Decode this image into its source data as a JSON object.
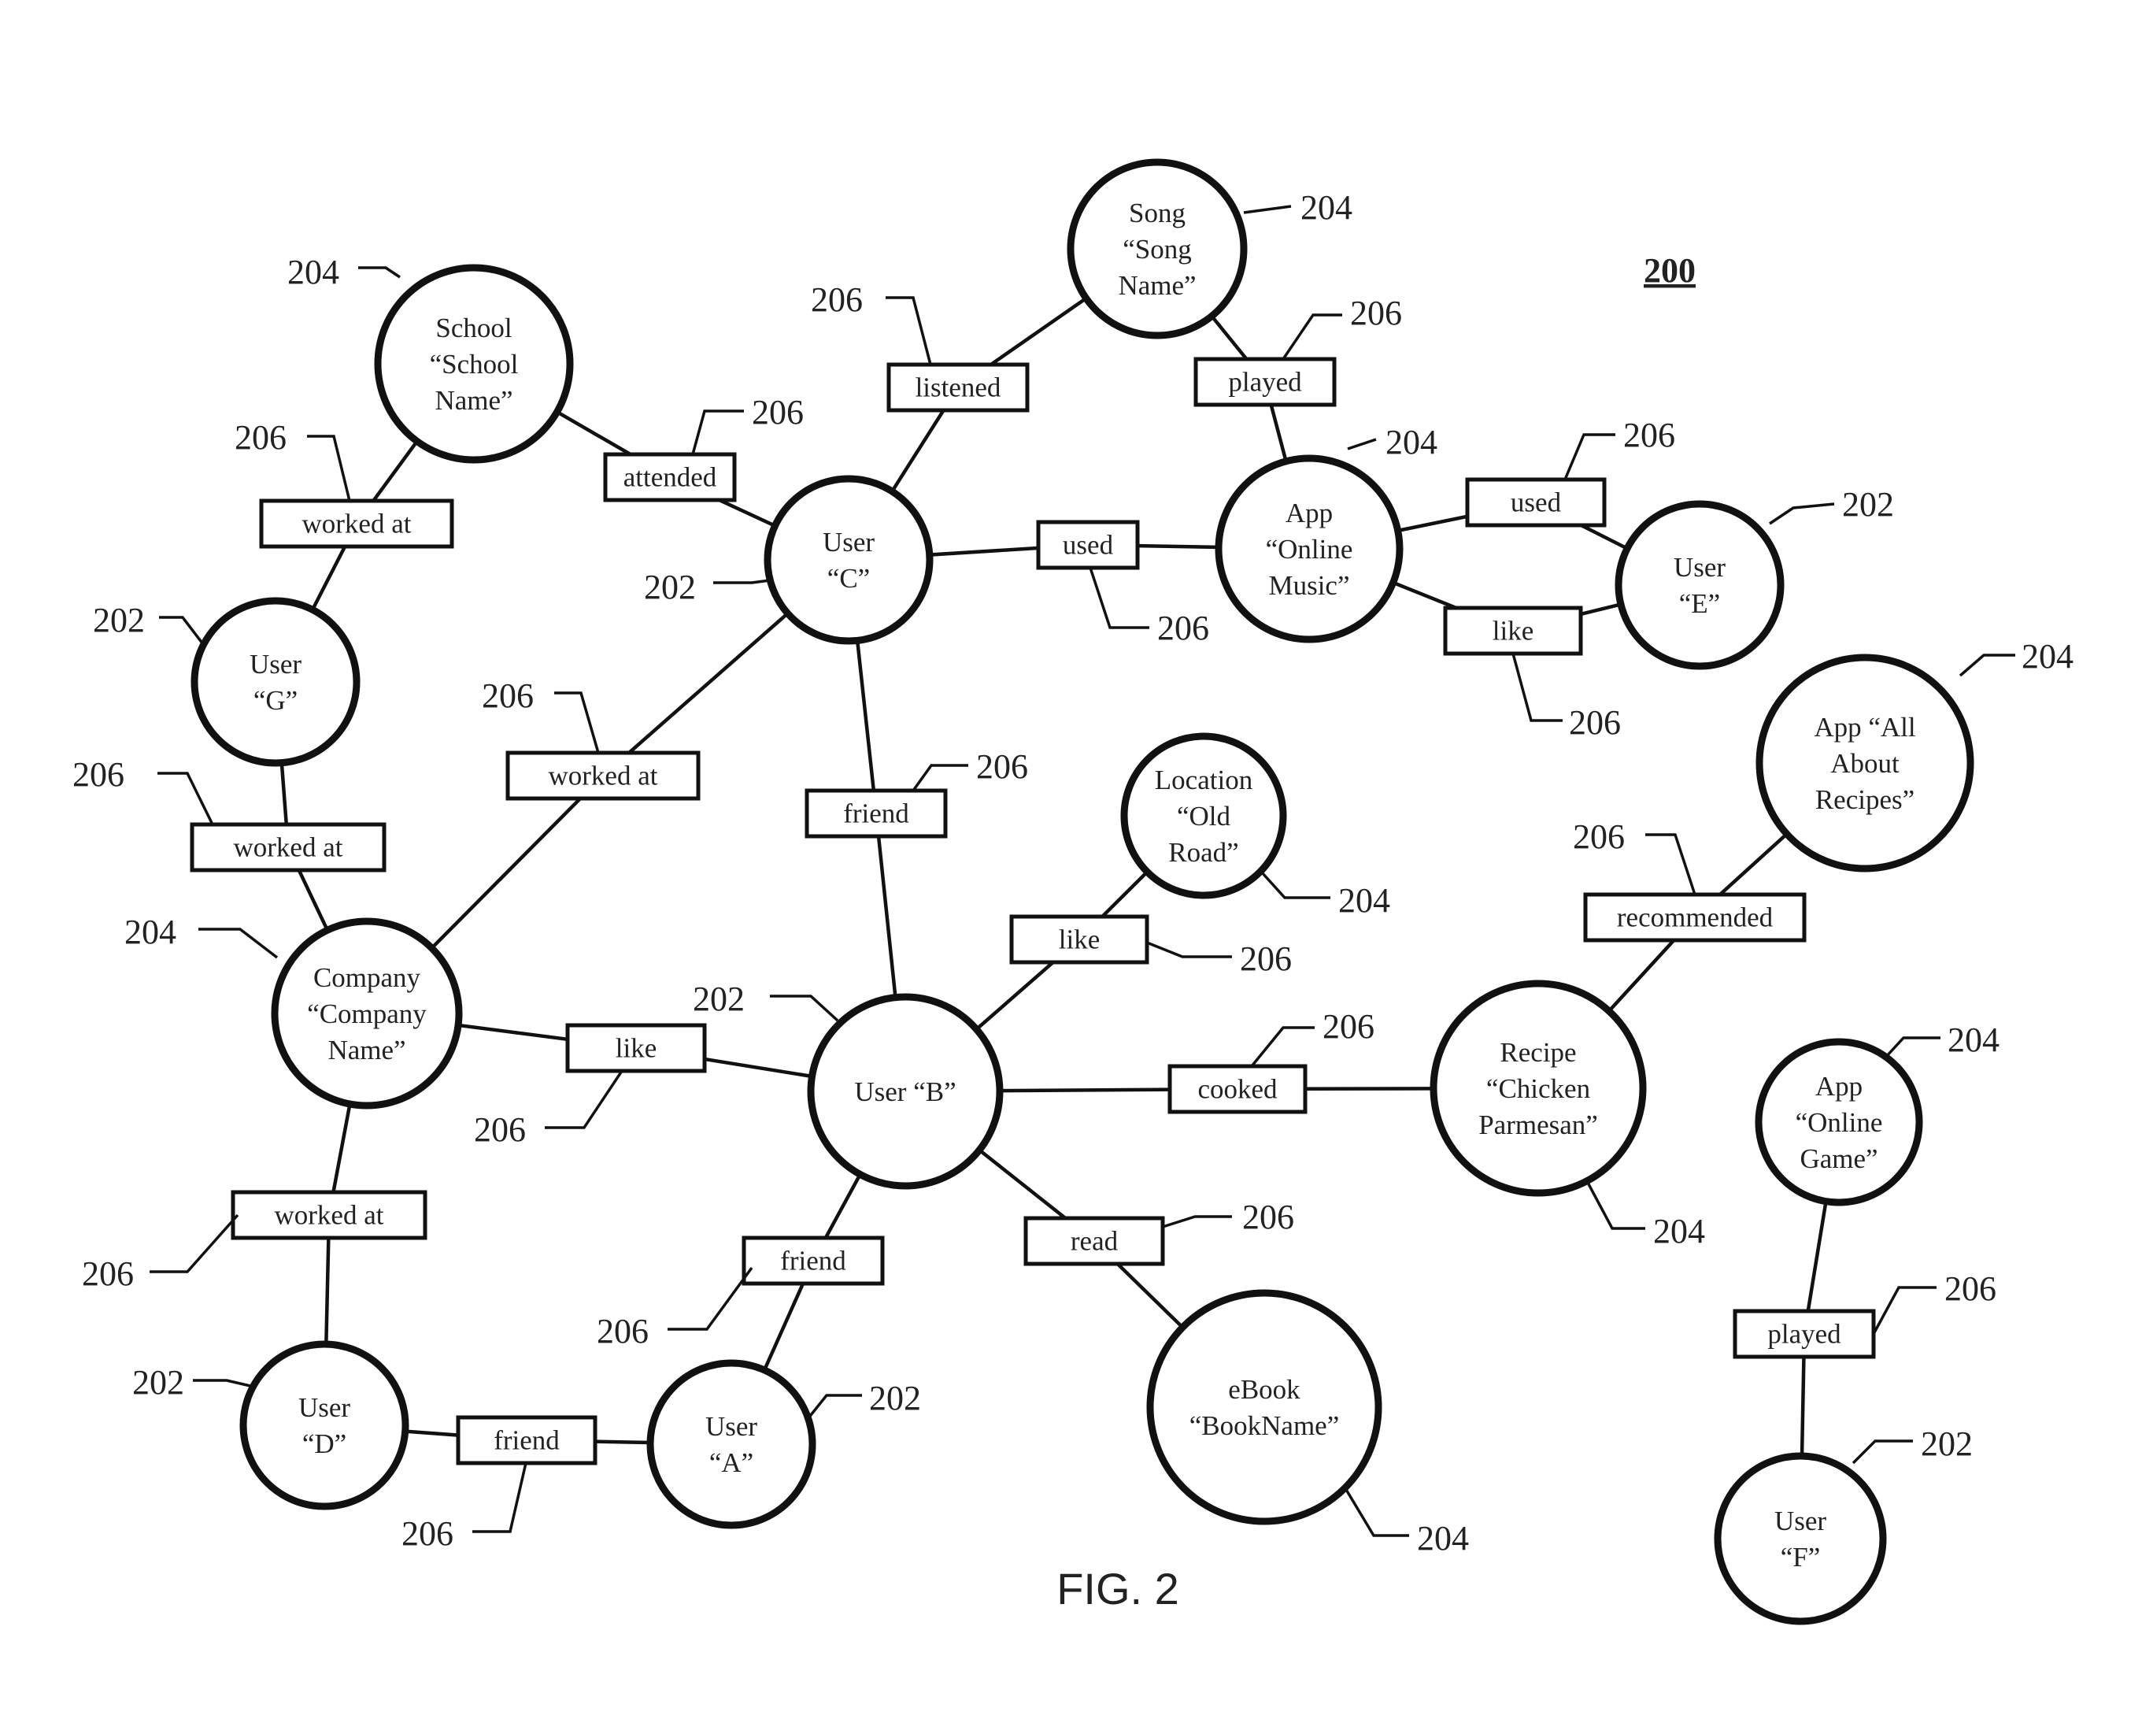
{
  "figure": {
    "number": "200",
    "caption": "FIG. 2"
  },
  "nodes": [
    {
      "id": "song",
      "lines": [
        "Song",
        "“Song",
        "Name”"
      ],
      "ref": "204"
    },
    {
      "id": "school",
      "lines": [
        "School",
        "“School",
        "Name”"
      ],
      "ref": "204"
    },
    {
      "id": "userC",
      "lines": [
        "User",
        "“C”"
      ],
      "ref": "202"
    },
    {
      "id": "appMusic",
      "lines": [
        "App",
        "“Online",
        "Music”"
      ],
      "ref": "204"
    },
    {
      "id": "userE",
      "lines": [
        "User",
        "“E”"
      ],
      "ref": "202"
    },
    {
      "id": "userG",
      "lines": [
        "User",
        "“G”"
      ],
      "ref": "202"
    },
    {
      "id": "appRecipes",
      "lines": [
        "App “All",
        "About",
        "Recipes”"
      ],
      "ref": "204"
    },
    {
      "id": "location",
      "lines": [
        "Location",
        "“Old",
        "Road”"
      ],
      "ref": "204"
    },
    {
      "id": "company",
      "lines": [
        "Company",
        "“Company",
        "Name”"
      ],
      "ref": "204"
    },
    {
      "id": "userB",
      "lines": [
        "User “B”"
      ],
      "ref": "202"
    },
    {
      "id": "recipe",
      "lines": [
        "Recipe",
        "“Chicken",
        "Parmesan”"
      ],
      "ref": "204"
    },
    {
      "id": "appGame",
      "lines": [
        "App",
        "“Online",
        "Game”"
      ],
      "ref": "204"
    },
    {
      "id": "userD",
      "lines": [
        "User",
        "“D”"
      ],
      "ref": "202"
    },
    {
      "id": "userA",
      "lines": [
        "User",
        "“A”"
      ],
      "ref": "202"
    },
    {
      "id": "ebook",
      "lines": [
        "eBook",
        "“BookName”"
      ],
      "ref": "204"
    },
    {
      "id": "userF",
      "lines": [
        "User",
        "“F”"
      ],
      "ref": "202"
    }
  ],
  "edges": [
    {
      "id": "e1",
      "from": "userC",
      "to": "song",
      "label": "listened",
      "ref": "206"
    },
    {
      "id": "e2",
      "from": "song",
      "to": "appMusic",
      "label": "played",
      "ref": "206"
    },
    {
      "id": "e3",
      "from": "school",
      "to": "userC",
      "label": "attended",
      "ref": "206"
    },
    {
      "id": "e4",
      "from": "school",
      "to": "userG",
      "label": "worked at",
      "ref": "206"
    },
    {
      "id": "e5",
      "from": "userC",
      "to": "appMusic",
      "label": "used",
      "ref": "206"
    },
    {
      "id": "e6",
      "from": "appMusic",
      "to": "userE",
      "label": "used",
      "ref": "206"
    },
    {
      "id": "e7",
      "from": "appMusic",
      "to": "userE",
      "label": "like",
      "ref": "206"
    },
    {
      "id": "e8",
      "from": "userC",
      "to": "company",
      "label": "worked at",
      "ref": "206"
    },
    {
      "id": "e9",
      "from": "userG",
      "to": "company",
      "label": "worked at",
      "ref": "206"
    },
    {
      "id": "e10",
      "from": "userC",
      "to": "userB",
      "label": "friend",
      "ref": "206"
    },
    {
      "id": "e11",
      "from": "userB",
      "to": "location",
      "label": "like",
      "ref": "206"
    },
    {
      "id": "e12",
      "from": "recipe",
      "to": "appRecipes",
      "label": "recommended",
      "ref": "206"
    },
    {
      "id": "e13",
      "from": "company",
      "to": "userB",
      "label": "like",
      "ref": "206"
    },
    {
      "id": "e14",
      "from": "userB",
      "to": "recipe",
      "label": "cooked",
      "ref": "206"
    },
    {
      "id": "e15",
      "from": "company",
      "to": "userD",
      "label": "worked at",
      "ref": "206"
    },
    {
      "id": "e16",
      "from": "userB",
      "to": "userA",
      "label": "friend",
      "ref": "206"
    },
    {
      "id": "e17",
      "from": "userB",
      "to": "ebook",
      "label": "read",
      "ref": "206"
    },
    {
      "id": "e18",
      "from": "userD",
      "to": "userA",
      "label": "friend",
      "ref": "206"
    },
    {
      "id": "e19",
      "from": "appGame",
      "to": "userF",
      "label": "played",
      "ref": "206"
    }
  ]
}
